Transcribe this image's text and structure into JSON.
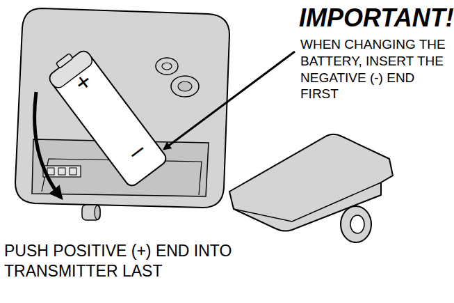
{
  "diagram": {
    "title": "IMPORTANT!",
    "labels": [
      "WHEN CHANGING THE BATTERY, INSERT THE NEGATIVE (-) END FIRST",
      "PUSH POSITIVE (+) END INTO TRANSMITTER LAST",
      "+",
      "–"
    ]
  }
}
